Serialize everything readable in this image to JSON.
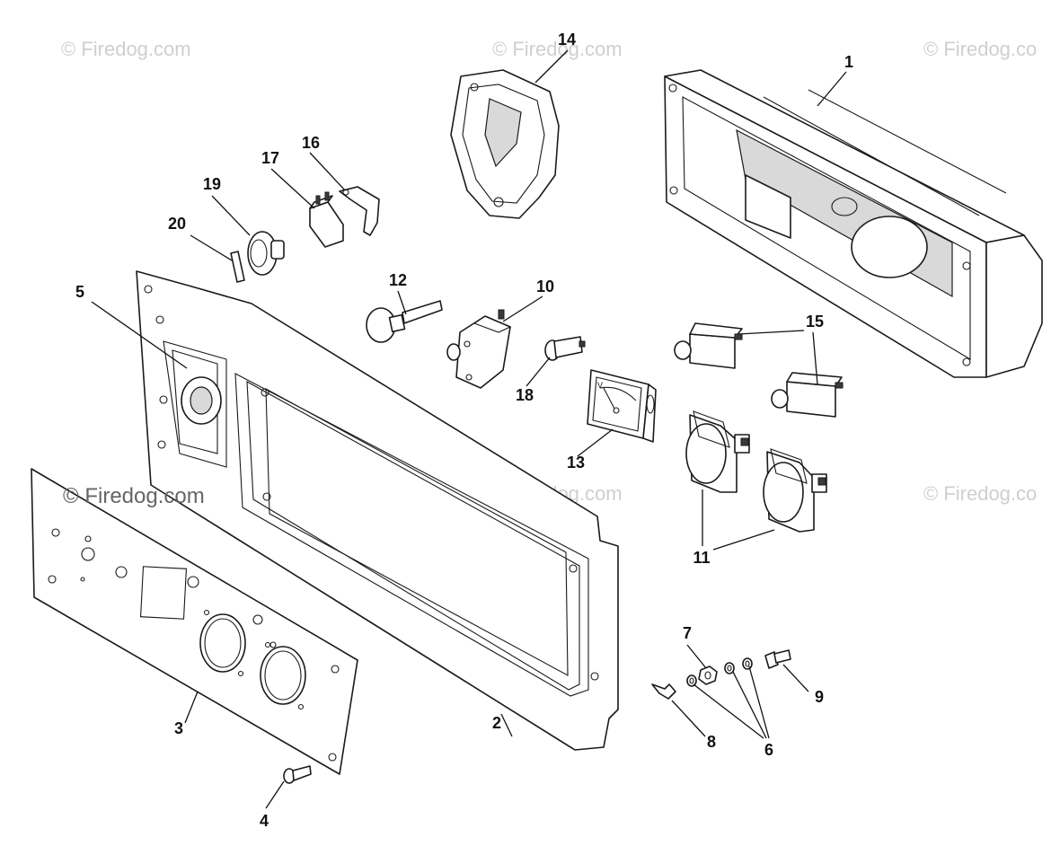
{
  "watermarks": {
    "top_left": "© Firedog.com",
    "top_center": "© Firedog.com",
    "top_right": "© Firedog.co",
    "mid_center": "© Firedog.com",
    "mid_right": "© Firedog.co",
    "panel": "© Firedog.com"
  },
  "callouts": [
    "1",
    "2",
    "3",
    "4",
    "5",
    "6",
    "7",
    "8",
    "9",
    "10",
    "11",
    "12",
    "13",
    "14",
    "15",
    "16",
    "17",
    "18",
    "19",
    "20"
  ],
  "gauge_label": "V"
}
